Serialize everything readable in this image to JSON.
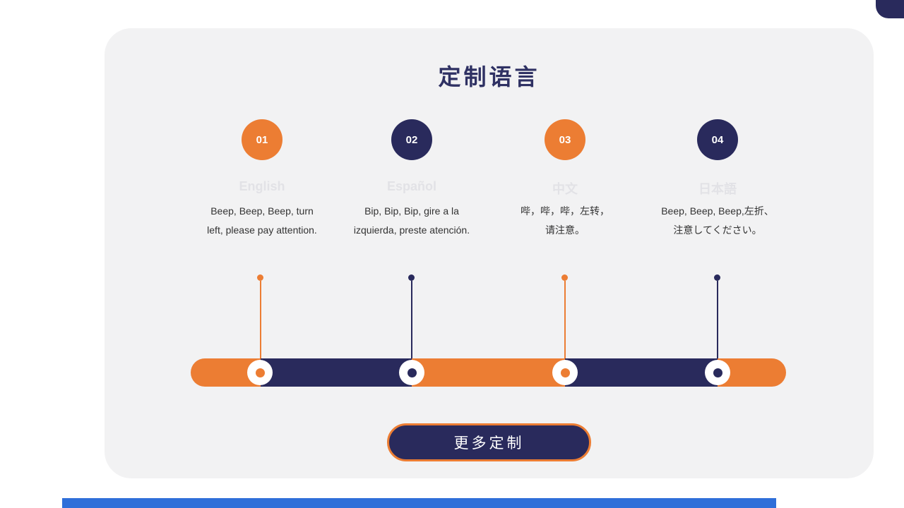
{
  "header": {
    "title": "定制语言"
  },
  "steps": [
    {
      "number": "01",
      "language": "English",
      "line1": "Beep, Beep, Beep, turn",
      "line2": "left, please pay attention.",
      "accent": "#EC7D33"
    },
    {
      "number": "02",
      "language": "Español",
      "line1": "Bip, Bip, Bip, gire a la",
      "line2": "izquierda, preste atención.",
      "accent": "#292A5C"
    },
    {
      "number": "03",
      "language": "中文",
      "line1": "哔，哔，哔，左转，",
      "line2": "请注意。",
      "accent": "#EC7D33"
    },
    {
      "number": "04",
      "language": "日本語",
      "line1": "Beep, Beep, Beep,左折、",
      "line2": "注意してください。",
      "accent": "#292A5C"
    }
  ],
  "cta": {
    "label": "更多定制"
  },
  "colors": {
    "orange": "#EC7D33",
    "navy": "#292A5C",
    "blue": "#2F6FD9",
    "card_bg": "#F2F2F3",
    "title_text": "#2F3163"
  }
}
